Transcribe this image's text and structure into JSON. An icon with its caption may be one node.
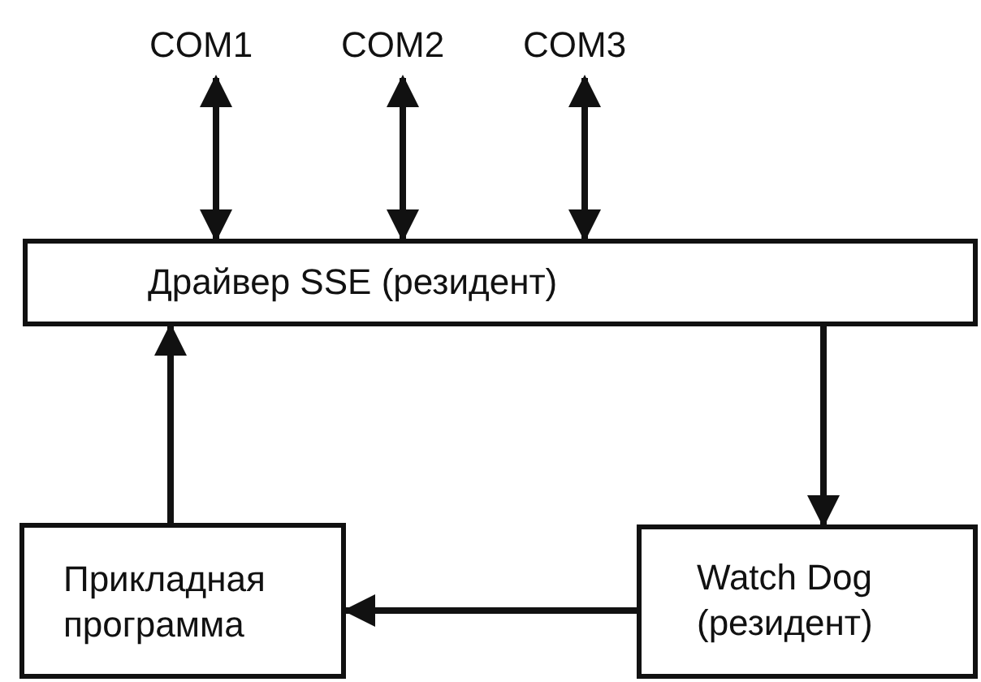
{
  "diagram": {
    "nodes": [
      {
        "text": [
          "COM1"
        ]
      },
      {
        "text": [
          "COM2"
        ]
      },
      {
        "text": [
          "COM3"
        ]
      },
      {
        "text": [
          "Драйвер SSE (резидент)"
        ]
      },
      {
        "text": [
          "Прикладная программа"
        ]
      },
      {
        "text": [
          "Watch Dog (резидент)"
        ]
      }
    ],
    "edges": [
      {
        "from": 0,
        "to": 3,
        "arrow": "both"
      },
      {
        "from": 1,
        "to": 3,
        "arrow": "both"
      },
      {
        "from": 2,
        "to": 3,
        "arrow": "both"
      },
      {
        "from": 4,
        "to": 3,
        "arrow": "to"
      },
      {
        "from": 3,
        "to": 5,
        "arrow": "to"
      },
      {
        "from": 5,
        "to": 4,
        "arrow": "to"
      }
    ]
  }
}
